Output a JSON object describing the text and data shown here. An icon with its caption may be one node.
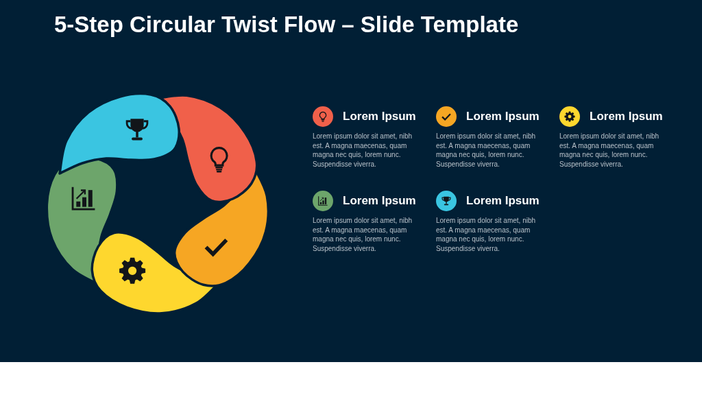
{
  "diagram": {
    "title": "5-Step Circular Twist Flow – Slide Template",
    "labels": [
      "Lorem Ipsum",
      "Lorem ipsum dolor sit amet, nibh est. A magna maecenas, quam magna nec quis, lorem nunc. Suspendisse viverra.",
      "Lorem Ipsum",
      "Lorem ipsum dolor sit amet, nibh est. A magna maecenas, quam magna nec quis, lorem nunc. Suspendisse viverra.",
      "Lorem Ipsum",
      "Lorem ipsum dolor sit amet, nibh est. A magna maecenas, quam magna nec quis, lorem nunc. Suspendisse viverra.",
      "Lorem Ipsum",
      "Lorem ipsum dolor sit amet, nibh est. A magna maecenas, quam magna nec quis, lorem nunc. Suspendisse viverra.",
      "Lorem Ipsum",
      "Lorem ipsum dolor sit amet, nibh est. A magna maecenas, quam magna nec quis, lorem nunc. Suspendisse viverra."
    ]
  }
}
